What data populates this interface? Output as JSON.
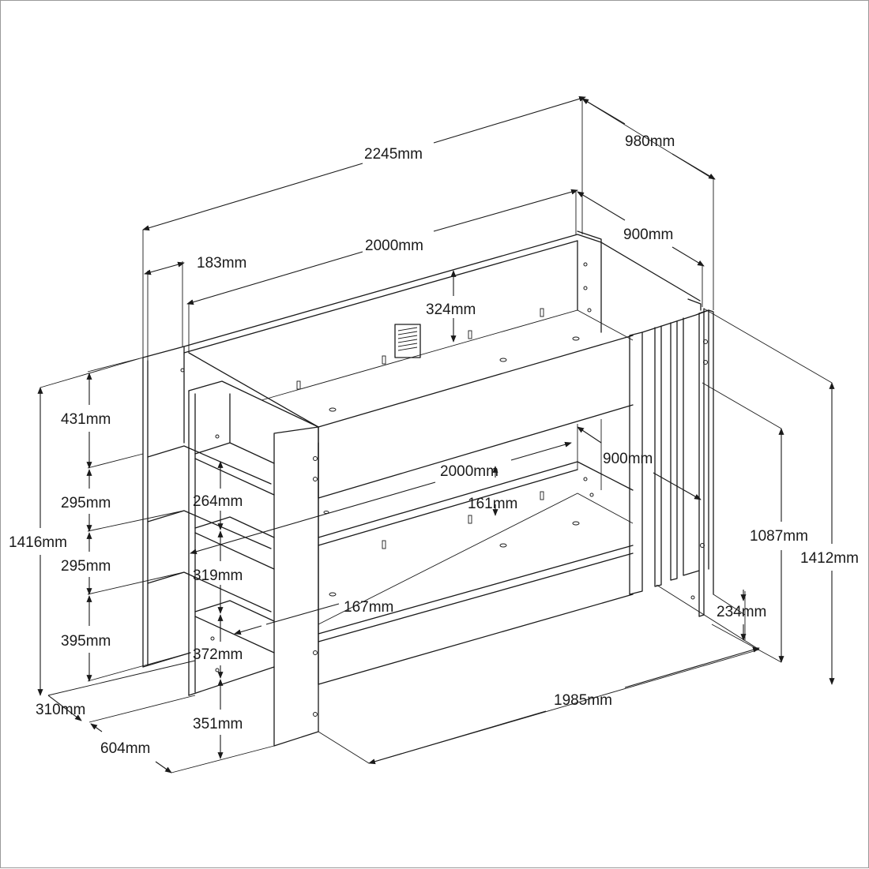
{
  "diagram": {
    "dimensions": {
      "overall_length": "2245mm",
      "overall_depth": "980mm",
      "top_mattress_length": "2000mm",
      "top_mattress_width": "900mm",
      "stair_step_depth": "183mm",
      "top_guard_height": "324mm",
      "stair_top": "431mm",
      "stair_step_1": "295mm",
      "stair_step_2": "295mm",
      "stair_step_3": "395mm",
      "stair_base": "310mm",
      "stair_total_height": "1416mm",
      "stair_width": "604mm",
      "shelf_1": "264mm",
      "shelf_2": "319mm",
      "shelf_3": "372mm",
      "shelf_4": "351mm",
      "shelf_depth": "167mm",
      "bottom_mattress_length": "2000mm",
      "bottom_mattress_width": "900mm",
      "bottom_guard_height": "161mm",
      "bed_height": "1087mm",
      "total_height": "1412mm",
      "bottom_clearance": "234mm",
      "bottom_length": "1985mm"
    }
  }
}
